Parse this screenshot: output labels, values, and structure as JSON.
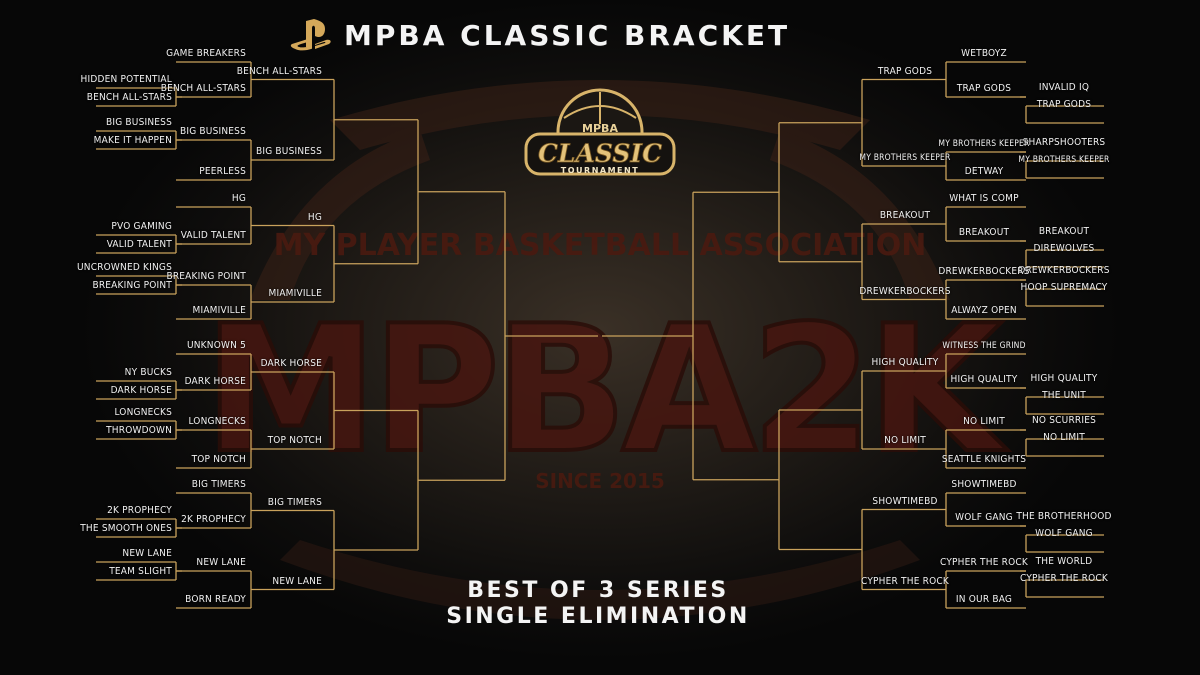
{
  "title": "MPBA CLASSIC BRACKET",
  "format_line1": "BEST OF 3 SERIES",
  "format_line2": "SINGLE ELIMINATION",
  "watermark": {
    "association": "MY PLAYER BASKETBALL ASSOCIATION",
    "wordmark": "MPBA2K",
    "since": "SINCE 2015"
  },
  "badge": {
    "top": "MPBA",
    "main": "CLASSIC",
    "bottom": "TOURNAMENT"
  },
  "colors": {
    "bracket_line": "#c9a25c",
    "badge_gold": "#d8b46a",
    "watermark_red": "#5a1e12"
  },
  "left": {
    "r1": [
      "HIDDEN POTENTIAL",
      "BENCH ALL-STARS",
      "BIG BUSINESS",
      "MAKE IT HAPPEN",
      "PVO GAMING",
      "VALID TALENT",
      "UNCROWNED KINGS",
      "BREAKING POINT",
      "NY BUCKS",
      "DARK HORSE",
      "LONGNECKS",
      "THROWDOWN",
      "2K PROPHECY",
      "THE SMOOTH ONES",
      "NEW LANE",
      "TEAM SLIGHT"
    ],
    "r2": [
      "GAME BREAKERS",
      "BENCH ALL-STARS",
      "BIG BUSINESS",
      "PEERLESS",
      "HG",
      "VALID TALENT",
      "BREAKING POINT",
      "MIAMIVILLE",
      "UNKNOWN 5",
      "DARK HORSE",
      "LONGNECKS",
      "TOP NOTCH",
      "BIG TIMERS",
      "2K PROPHECY",
      "NEW LANE",
      "BORN READY"
    ],
    "r3": [
      "BENCH ALL-STARS",
      "BIG BUSINESS",
      "HG",
      "MIAMIVILLE",
      "DARK HORSE",
      "TOP NOTCH",
      "BIG TIMERS",
      "NEW LANE"
    ]
  },
  "right": {
    "r1": [
      "INVALID IQ",
      "TRAP GODS",
      "SHARPSHOOTERS",
      "MY BROTHERS KEEPER",
      "BREAKOUT",
      "DIREWOLVES",
      "DREWKERBOCKERS",
      "HOOP SUPREMACY",
      "HIGH QUALITY",
      "THE UNIT",
      "NO SCURRIES",
      "NO LIMIT",
      "THE BROTHERHOOD",
      "WOLF GANG",
      "THE WORLD",
      "CYPHER THE ROCK"
    ],
    "r2": [
      "WETBOYZ",
      "TRAP GODS",
      "MY BROTHERS KEEPER",
      "DETWAY",
      "WHAT IS COMP",
      "BREAKOUT",
      "DREWKERBOCKERS",
      "ALWAYZ OPEN",
      "WITNESS THE GRIND",
      "HIGH QUALITY",
      "NO LIMIT",
      "SEATTLE KNIGHTS",
      "SHOWTIMEBD",
      "WOLF GANG",
      "CYPHER THE ROCK",
      "IN OUR BAG"
    ],
    "r3": [
      "TRAP GODS",
      "MY BROTHERS KEEPER",
      "BREAKOUT",
      "DREWKERBOCKERS",
      "HIGH QUALITY",
      "NO LIMIT",
      "SHOWTIMEBD",
      "CYPHER THE ROCK"
    ]
  }
}
